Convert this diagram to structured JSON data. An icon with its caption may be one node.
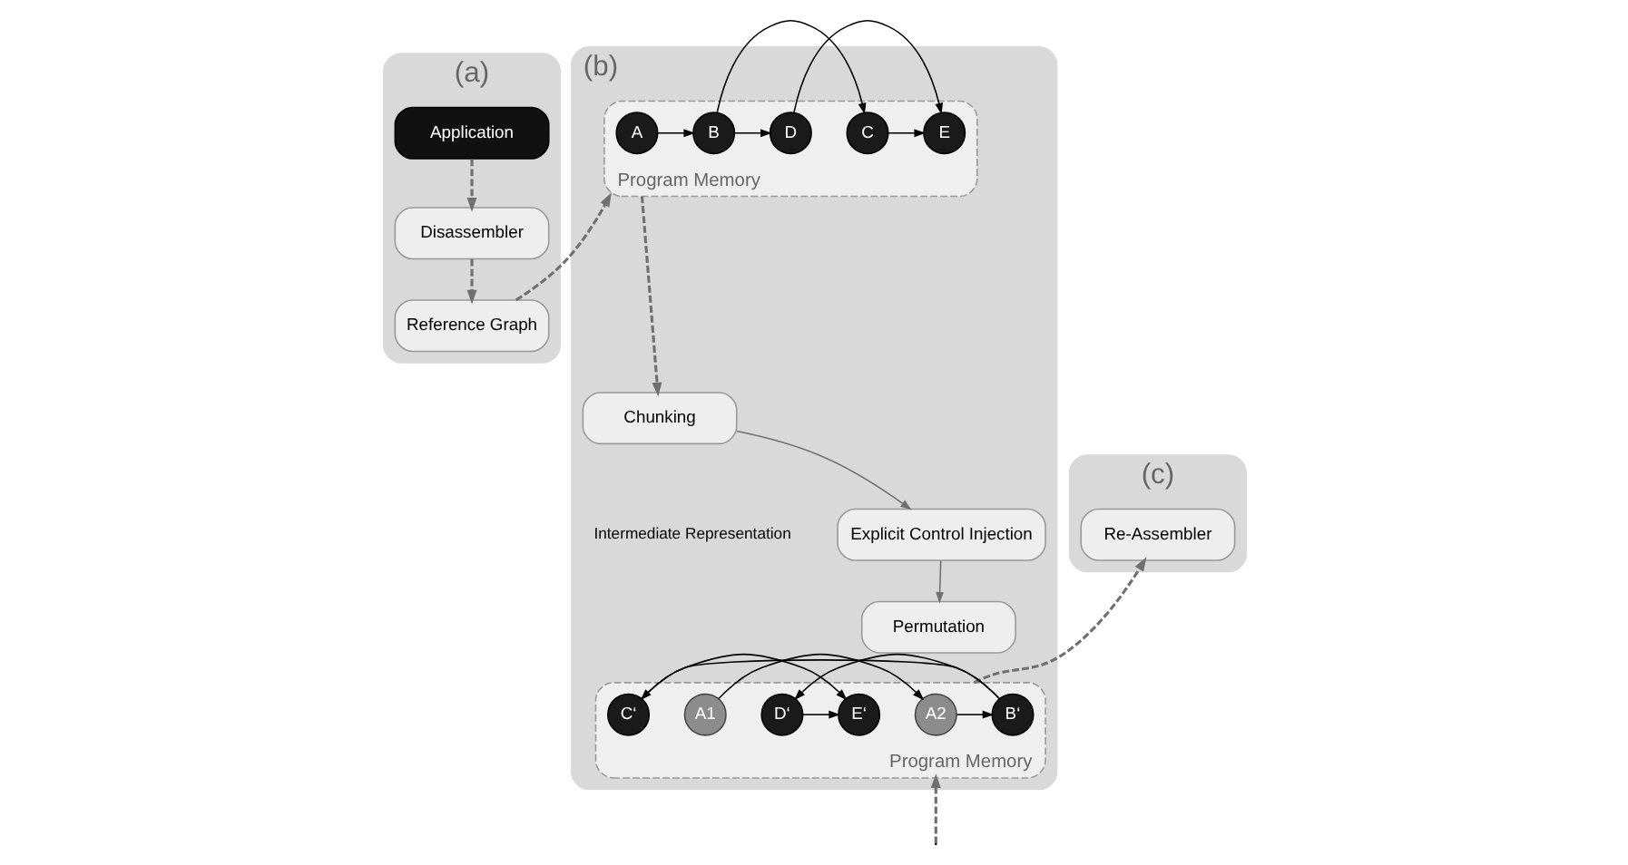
{
  "diagram": {
    "nodes": [
      {
        "text": [
          "(a)"
        ]
      },
      {
        "text": [
          "Application"
        ],
        "in": 0
      },
      {
        "text": [
          "Disassembler"
        ],
        "in": 0
      },
      {
        "text": [
          "Reference Graph"
        ],
        "in": 0
      },
      {
        "text": [
          "(b)"
        ]
      },
      {
        "text": [
          "Program Memory"
        ],
        "in": 4
      },
      {
        "text": [
          "A"
        ],
        "in": 5
      },
      {
        "text": [
          "B"
        ],
        "in": 5
      },
      {
        "text": [
          "C"
        ],
        "in": 5
      },
      {
        "text": [
          "D"
        ],
        "in": 5
      },
      {
        "text": [
          "E"
        ],
        "in": 5
      },
      {
        "text": [
          "Chunking"
        ],
        "in": 4
      },
      {
        "text": [
          "Explicit Control Injection"
        ],
        "in": 4
      },
      {
        "text": [
          "Permutation"
        ],
        "in": 4
      },
      {
        "text": [
          "Program Memory"
        ],
        "in": 4
      },
      {
        "text": [
          "A2"
        ],
        "in": 14
      },
      {
        "text": [
          "D‘"
        ],
        "in": 14
      },
      {
        "text": [
          "A1"
        ],
        "in": 14
      },
      {
        "text": [
          "E‘"
        ],
        "in": 14
      },
      {
        "text": [
          "C‘"
        ],
        "in": 14
      },
      {
        "text": [
          "B‘"
        ],
        "in": 14
      },
      {
        "text": [
          "(c)"
        ]
      },
      {
        "text": [
          "Re-Assembler"
        ],
        "in": 21
      }
    ],
    "edges": [
      {
        "from": 1,
        "to": 2,
        "arrow": "to",
        "style": "dashed",
        "color": "#707070"
      },
      {
        "from": 2,
        "to": 3,
        "arrow": "to",
        "style": "dashed",
        "color": "#707070"
      },
      {
        "from": 3,
        "to": 5,
        "arrow": "to",
        "style": "dashed",
        "color": "#707070"
      },
      {
        "from": 6,
        "to": 7,
        "arrow": "to"
      },
      {
        "from": 7,
        "to": 8,
        "arrow": "to"
      },
      {
        "from": 7,
        "to": 9,
        "arrow": "to"
      },
      {
        "from": 9,
        "to": 10,
        "arrow": "to"
      },
      {
        "from": 8,
        "to": 10,
        "arrow": "to"
      },
      {
        "from": 5,
        "to": 11,
        "arrow": "to",
        "style": "dashed",
        "color": "#707070"
      },
      {
        "from": 11,
        "to": 12,
        "arrow": "to",
        "color": "#707070"
      },
      {
        "from": 12,
        "to": 13,
        "arrow": "to",
        "color": "#707070"
      },
      {
        "from": null,
        "to": 14,
        "arrow": "to",
        "style": "dashed",
        "color": "#707070"
      },
      {
        "from": 17,
        "to": 15,
        "arrow": "to"
      },
      {
        "from": 19,
        "to": 18,
        "arrow": "to"
      },
      {
        "from": 20,
        "to": 19,
        "arrow": "to"
      },
      {
        "from": 16,
        "to": 18,
        "arrow": "to"
      },
      {
        "from": 20,
        "to": 16,
        "arrow": "to"
      },
      {
        "from": 15,
        "to": 20,
        "arrow": "to"
      },
      {
        "from": 14,
        "to": 22,
        "arrow": "to",
        "style": "dashed",
        "color": "#707070"
      }
    ],
    "labels": [
      "Intermediate Representation"
    ]
  }
}
